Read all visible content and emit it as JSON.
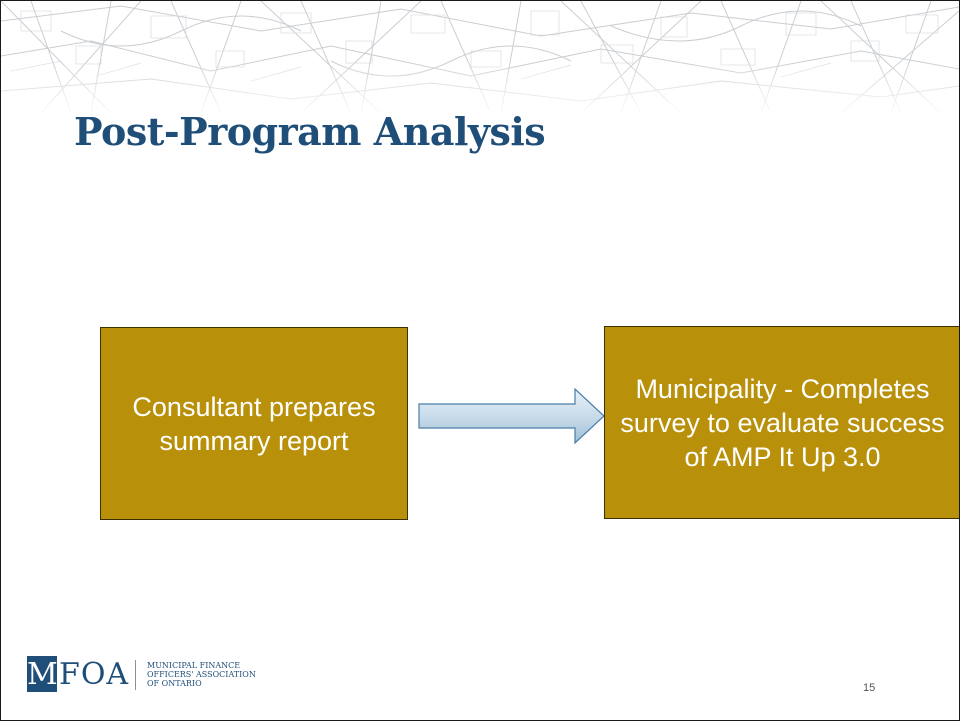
{
  "slide": {
    "title": "Post-Program Analysis",
    "page_number": "15"
  },
  "flow": {
    "step_1": "Consultant prepares summary report",
    "step_2": "Municipality - Completes survey to evaluate success of AMP It Up 3.0"
  },
  "footer": {
    "logo_letter": "M",
    "logo_text": "FOA",
    "org_line_1": "Municipal Finance",
    "org_line_2": "Officers' Association",
    "org_line_3": "of Ontario"
  },
  "colors": {
    "title": "#1f4e79",
    "box_fill": "#b8900a",
    "arrow_fill": "#c9dcea",
    "arrow_stroke": "#4a7ea8"
  },
  "icons": {
    "banner": "city-map-pattern",
    "connector": "right-arrow"
  }
}
